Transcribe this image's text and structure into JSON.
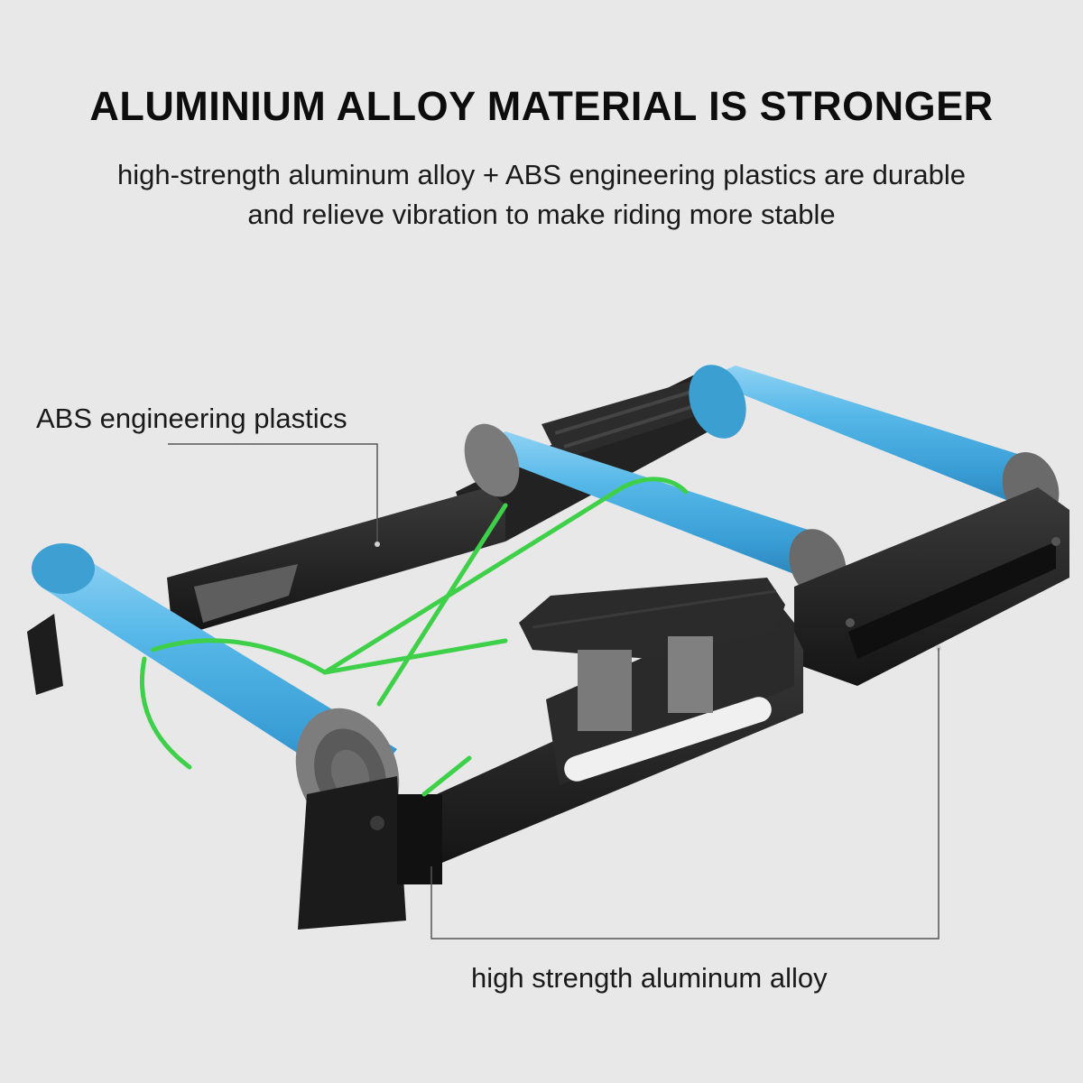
{
  "headline": "ALUMINIUM ALLOY MATERIAL IS STRONGER",
  "subheadline": {
    "line1": "high-strength aluminum alloy + ABS engineering plastics are durable",
    "line2": "and relieve vibration to make riding more stable"
  },
  "callouts": {
    "abs_label": "ABS engineering plastics",
    "alloy_label": "high strength aluminum alloy"
  },
  "colors": {
    "background": "#e8e8e8",
    "roller_blue": "#4fb3e6",
    "frame_black": "#1c1c1c",
    "end_cap_gray": "#6f6f6f",
    "band_green": "#3fd04a"
  }
}
